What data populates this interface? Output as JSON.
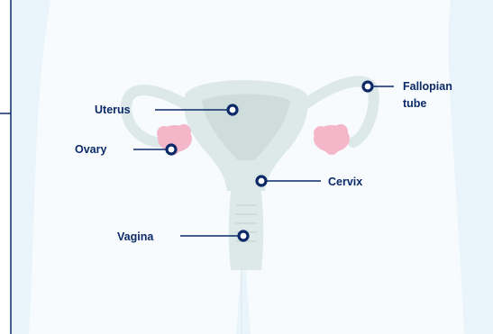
{
  "labels": {
    "fallopian_line1": "Fallopian",
    "fallopian_line2": "tube",
    "uterus": "Uterus",
    "ovary": "Ovary",
    "cervix": "Cervix",
    "vagina": "Vagina"
  },
  "colors": {
    "background": "#ffffff",
    "panel": "#eaf5fb",
    "body_silhouette": "#f7fbfd",
    "organ": "#dde8e8",
    "organ_shade": "#cfdcdc",
    "ovary": "#f4b7c9",
    "label_text": "#0c2a68",
    "marker": "#0c2a68",
    "frame_line": "#0c2a68"
  }
}
